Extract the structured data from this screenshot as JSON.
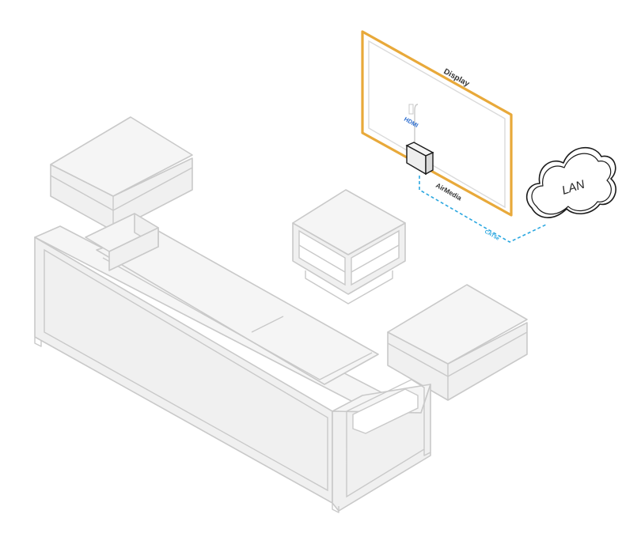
{
  "labels": {
    "display": "Display",
    "hdmi": "HDMI",
    "airmedia": "AirMedia",
    "cat5e": "CAT5e",
    "lan": "LAN"
  },
  "colors": {
    "display_frame": "#e8a93a",
    "hdmi_text": "#2f6fcf",
    "network_cable": "#2aa7e0",
    "furniture_fill": "#f0f0f0",
    "furniture_stroke": "#c9c9c9",
    "cloud_outline": "#1a1a1a"
  },
  "icons": {
    "cloud": "cloud-icon"
  }
}
